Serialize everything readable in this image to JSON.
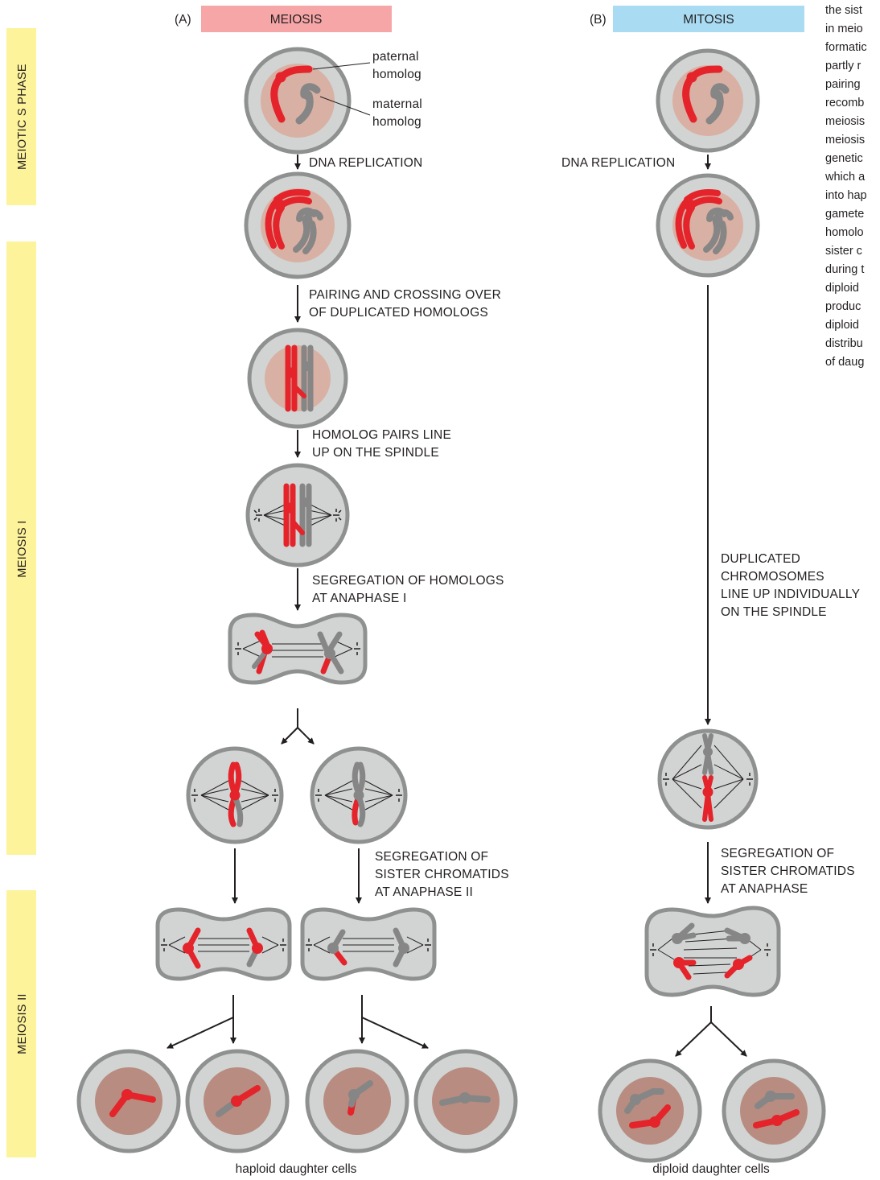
{
  "panel_a": {
    "tag": "(A)",
    "title": "MEIOSIS",
    "color": "#f7a6a8"
  },
  "panel_b": {
    "tag": "(B)",
    "title": "MITOSIS",
    "color": "#a9dcf3"
  },
  "phases": {
    "s_phase": "MEIOTIC S PHASE",
    "meiosis_1": "MEIOSIS I",
    "meiosis_2": "MEIOSIS II",
    "color": "#fdf39a"
  },
  "homolog_labels": {
    "paternal_1": "paternal",
    "paternal_2": "homolog",
    "maternal_1": "maternal",
    "maternal_2": "homolog"
  },
  "meiosis_steps": {
    "replication": "DNA REPLICATION",
    "pairing_1": "PAIRING AND CROSSING OVER",
    "pairing_2": "OF DUPLICATED HOMOLOGS",
    "lineup_1": "HOMOLOG PAIRS LINE",
    "lineup_2": "UP ON THE SPINDLE",
    "seg1_1": "SEGREGATION OF HOMOLOGS",
    "seg1_2": "AT ANAPHASE I",
    "seg2_1": "SEGREGATION OF",
    "seg2_2": "SISTER CHROMATIDS",
    "seg2_3": "AT ANAPHASE II"
  },
  "mitosis_steps": {
    "replication": "DNA REPLICATION",
    "lineup_1": "DUPLICATED",
    "lineup_2": "CHROMOSOMES",
    "lineup_3": "LINE UP INDIVIDUALLY",
    "lineup_4": "ON THE SPINDLE",
    "seg_1": "SEGREGATION OF",
    "seg_2": "SISTER CHROMATIDS",
    "seg_3": "AT ANAPHASE"
  },
  "bottom_labels": {
    "haploid": "haploid daughter cells",
    "diploid": "diploid daughter cells"
  },
  "side_caption": [
    "the sist",
    "in meio",
    "formatic",
    "partly r",
    "pairing",
    "recomb",
    "meiosis",
    "meiosis",
    "genetic",
    "which a",
    "into hap",
    "gamete",
    "homolo",
    "sister c",
    "during t",
    "diploid",
    "produc",
    "diploid",
    "distribu",
    "of daug"
  ],
  "colors": {
    "paternal": "#e4232a",
    "maternal": "#868686",
    "cell_fill": "#d1d4d2",
    "cell_edge": "#8f9191",
    "nucleus_light": "#d9b0a4",
    "nucleus_dark": "#b88c80"
  }
}
